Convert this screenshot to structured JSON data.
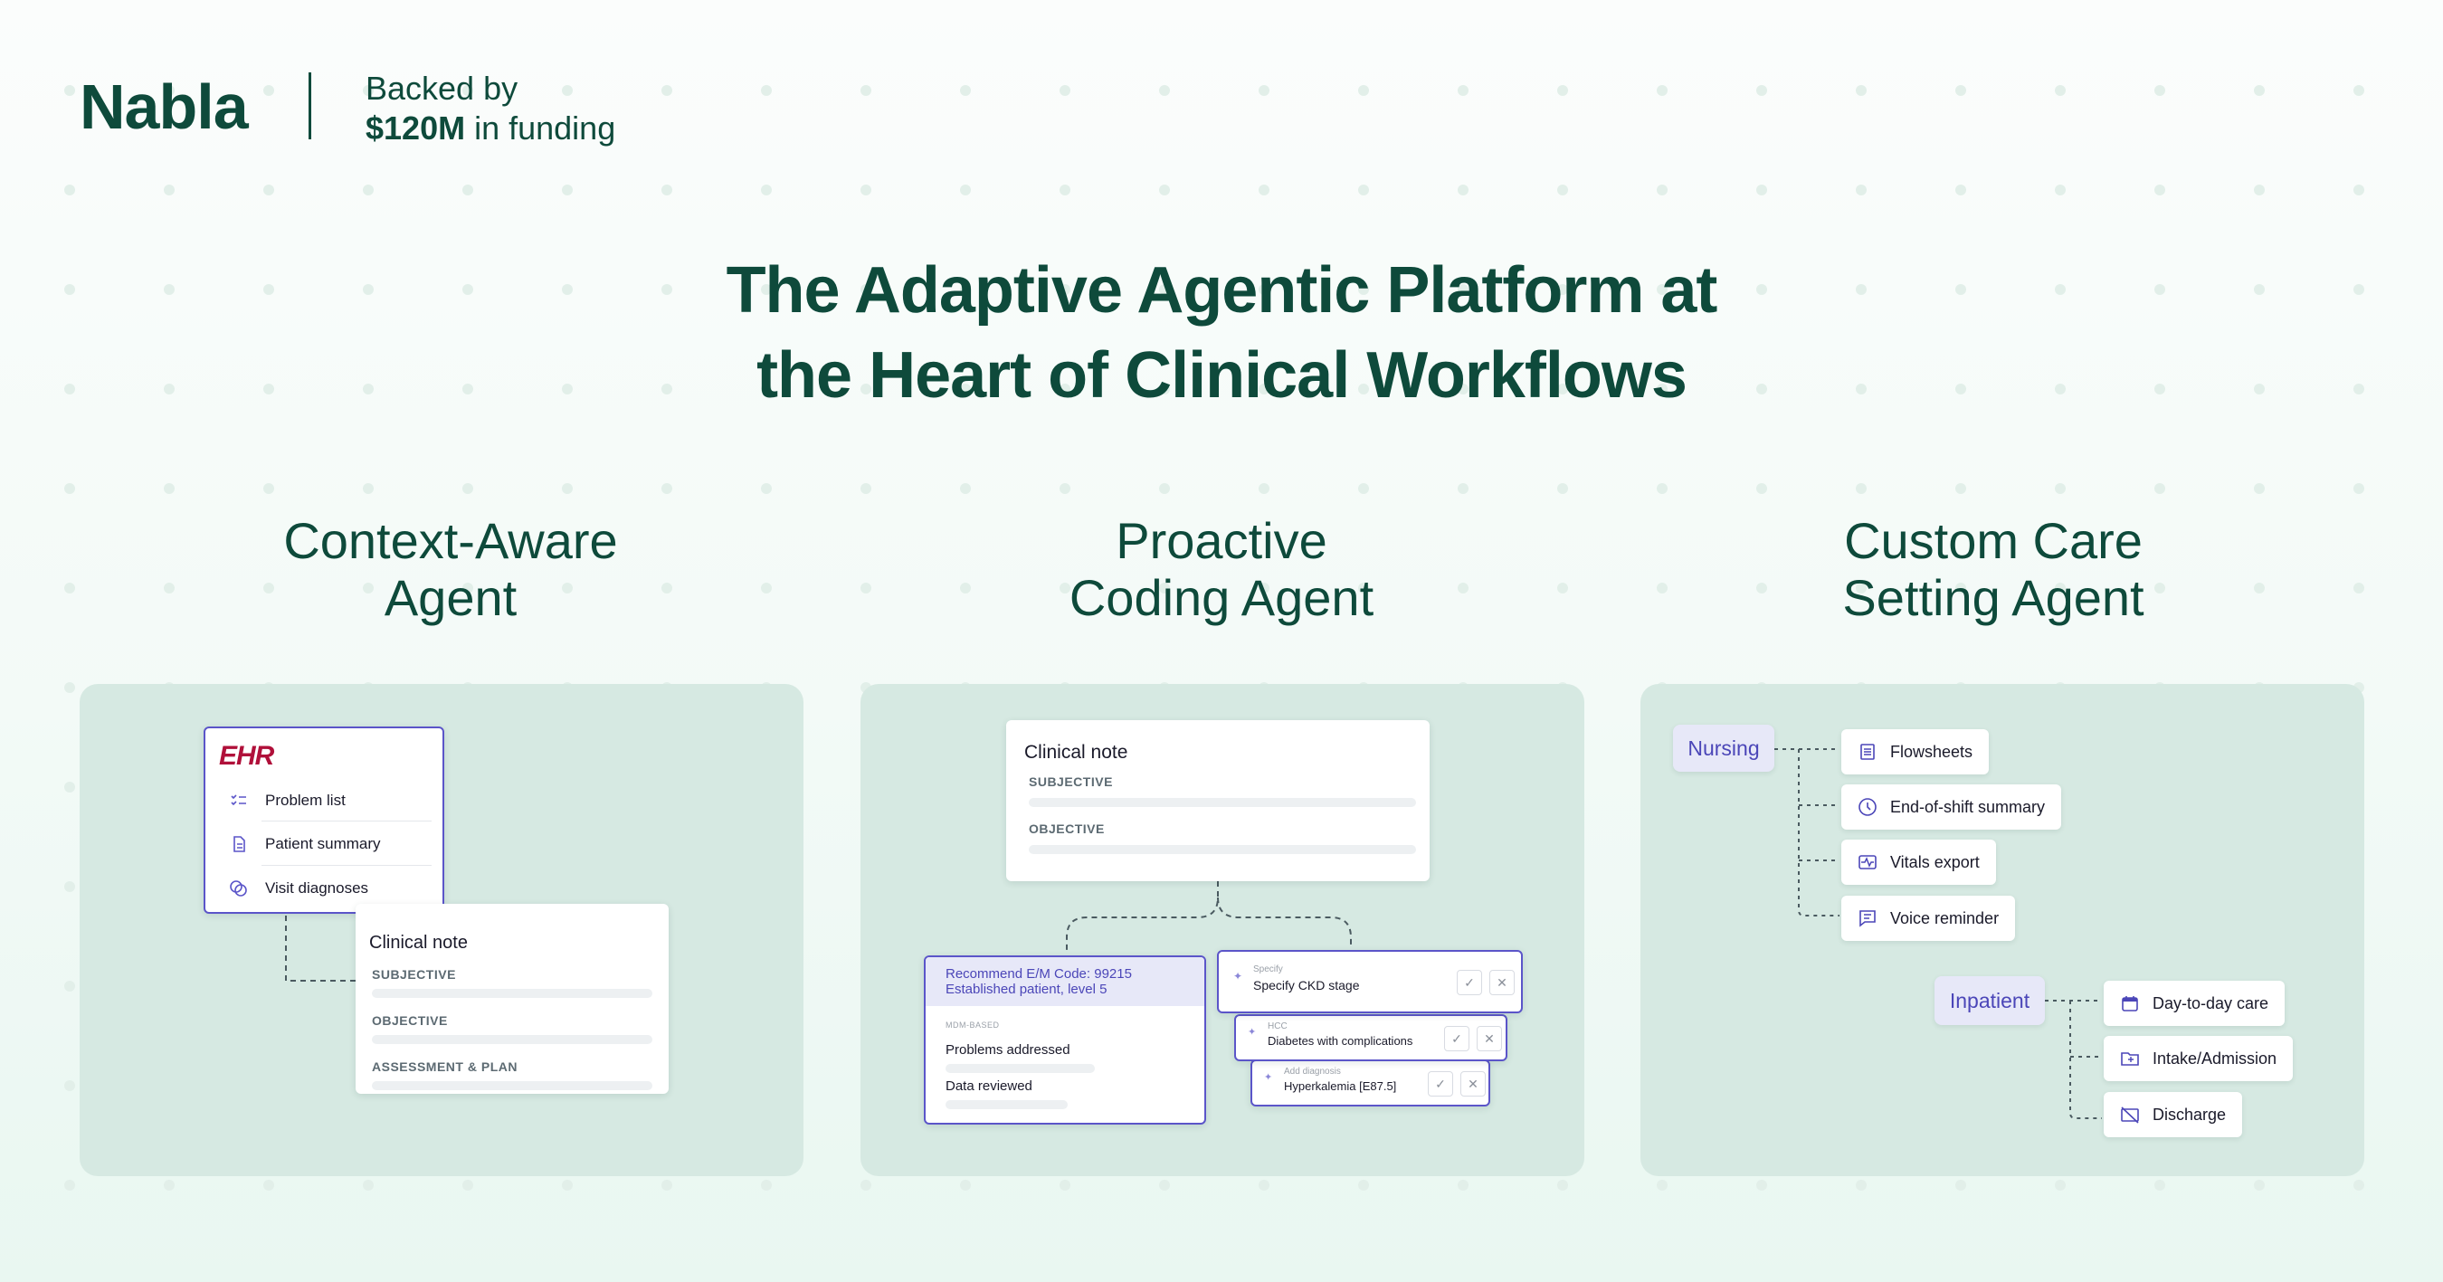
{
  "brand": {
    "logo": "Nabla",
    "backed_line1": "Backed by",
    "backed_amount": "$120M",
    "backed_rest": " in funding"
  },
  "headline": {
    "line1": "The Adaptive Agentic Platform at",
    "line2": "the Heart of Clinical Workflows"
  },
  "columns": [
    {
      "title_line1": "Context-Aware",
      "title_line2": "Agent"
    },
    {
      "title_line1": "Proactive",
      "title_line2": "Coding Agent"
    },
    {
      "title_line1": "Custom Care",
      "title_line2": "Setting Agent"
    }
  ],
  "panel1": {
    "ehr_logo": "EHR",
    "items": [
      {
        "label": "Problem list",
        "icon": "checklist-icon"
      },
      {
        "label": "Patient summary",
        "icon": "document-icon"
      },
      {
        "label": "Visit diagnoses",
        "icon": "diagnosis-icon"
      }
    ],
    "note": {
      "title": "Clinical note",
      "sections": [
        "SUBJECTIVE",
        "OBJECTIVE",
        "ASSESSMENT & PLAN"
      ]
    }
  },
  "panel2": {
    "note": {
      "title": "Clinical note",
      "sections": [
        "SUBJECTIVE",
        "OBJECTIVE"
      ]
    },
    "recommend": {
      "line1": "Recommend E/M Code: 99215",
      "line2": "Established patient, level 5",
      "small_label": "MDM-BASED",
      "items": [
        "Problems addressed",
        "Data reviewed"
      ]
    },
    "suggestions": [
      {
        "kind": "Specify",
        "text": "Specify CKD stage"
      },
      {
        "kind": "HCC",
        "text": "Diabetes with complications"
      },
      {
        "kind": "Add diagnosis",
        "text": "Hyperkalemia [E87.5]"
      }
    ],
    "accent": "#5b55c9"
  },
  "panel3": {
    "groups": [
      {
        "label": "Nursing",
        "items": [
          {
            "label": "Flowsheets",
            "icon": "flowsheet-icon"
          },
          {
            "label": "End-of-shift summary",
            "icon": "clock-icon"
          },
          {
            "label": "Vitals export",
            "icon": "vitals-icon"
          },
          {
            "label": "Voice reminder",
            "icon": "message-icon"
          }
        ]
      },
      {
        "label": "Inpatient",
        "items": [
          {
            "label": "Day-to-day care",
            "icon": "calendar-icon"
          },
          {
            "label": "Intake/Admission",
            "icon": "folder-icon"
          },
          {
            "label": "Discharge",
            "icon": "discharge-icon"
          }
        ]
      }
    ]
  },
  "colors": {
    "brand_green": "#0e4a3b",
    "panel_bg": "#d6e9e2",
    "accent_purple": "#5b55c9",
    "ehr_red": "#b0103a"
  }
}
